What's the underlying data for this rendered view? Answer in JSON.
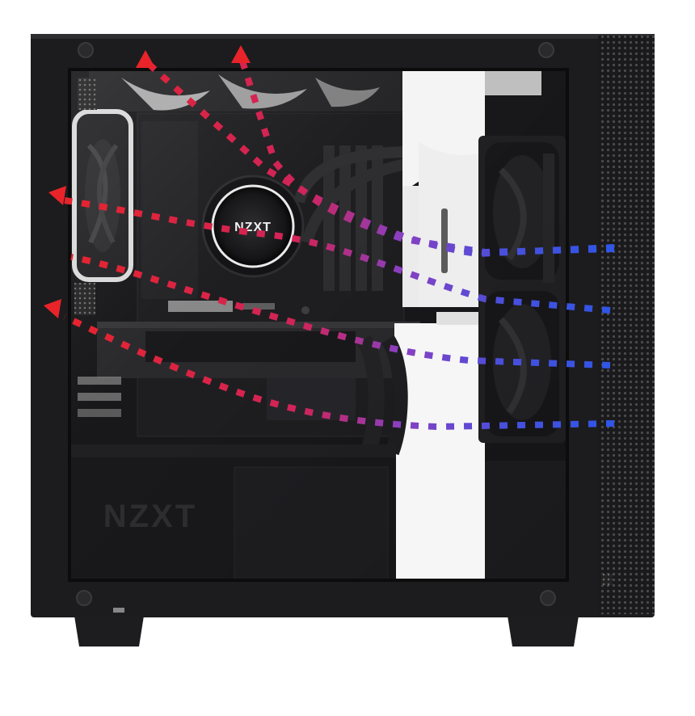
{
  "image": {
    "subject": "pc-case-airflow",
    "logos": {
      "pump_logo": "NZXT",
      "shroud_logo": "NZXT"
    },
    "colors": {
      "background": "#ffffff",
      "case_body": "#1c1c1e",
      "case_edge": "#2a2a2c",
      "interior": "#141416",
      "cable_bar": "#f4f4f4",
      "exhaust_red": "#e8242a",
      "mid_purple": "#8a3fc0",
      "intake_blue": "#2f56e6"
    }
  }
}
